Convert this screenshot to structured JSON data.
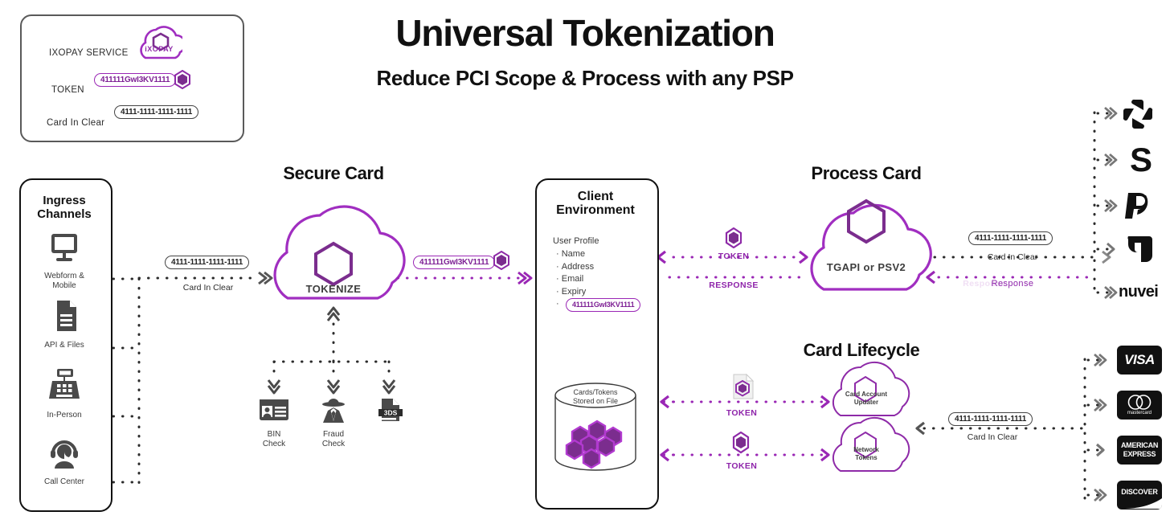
{
  "title": "Universal Tokenization",
  "subtitle": "Reduce PCI Scope & Process with any PSP",
  "colors": {
    "purple": "#9a27b5",
    "purple_dark": "#7b2d8e",
    "gray": "#5a5a5a",
    "black": "#111111"
  },
  "legend": {
    "service_label": "IXOPAY SERVICE",
    "service_logo": "iXOPAY",
    "token_label": "TOKEN",
    "token_value": "411111GwI3KV1111",
    "clear_label": "Card In Clear",
    "clear_value": "4111-1111-1111-1111"
  },
  "sections": {
    "secure_card": "Secure Card",
    "process_card": "Process Card",
    "card_lifecycle": "Card Lifecycle"
  },
  "ingress": {
    "title_line1": "Ingress",
    "title_line2": "Channels",
    "items": [
      {
        "label": "Webform &\nMobile",
        "icon": "monitor-icon"
      },
      {
        "label": "API & Files",
        "icon": "document-icon"
      },
      {
        "label": "In-Person",
        "icon": "pos-terminal-icon"
      },
      {
        "label": "Call Center",
        "icon": "headset-agent-icon"
      }
    ]
  },
  "secure_card": {
    "inbound_value": "4111-1111-1111-1111",
    "inbound_label": "Card In Clear",
    "cloud_label": "TOKENIZE",
    "outbound_value": "411111GwI3KV1111",
    "checks": [
      {
        "label": "BIN\nCheck",
        "icon": "id-card-icon"
      },
      {
        "label": "Fraud\nCheck",
        "icon": "fraud-spy-icon"
      },
      {
        "label": "",
        "icon": "3ds-document-icon"
      }
    ]
  },
  "client_environment": {
    "title_line1": "Client",
    "title_line2": "Environment",
    "profile_heading": "User Profile",
    "profile_items": [
      "Name",
      "Address",
      "Email",
      "Expiry"
    ],
    "profile_token": "411111GwI3KV1111",
    "store_line1": "Cards/Tokens",
    "store_line2": "Stored on File"
  },
  "process_card": {
    "token_label": "TOKEN",
    "response_label": "RESPONSE",
    "cloud_label": "TGAPI or PSV2",
    "clear_value": "4111-1111-1111-1111",
    "clear_label": "Card In Clear",
    "response_right_label": "Response",
    "response_ghost": "Response"
  },
  "card_lifecycle": {
    "rows": [
      {
        "token_label": "TOKEN",
        "cloud_line1": "Card Account",
        "cloud_line2": "Updater",
        "icon": "token-file-icon"
      },
      {
        "token_label": "TOKEN",
        "cloud_line1": "Network",
        "cloud_line2": "Tokens",
        "icon": "token-hex-icon"
      }
    ],
    "clear_value": "4111-1111-1111-1111",
    "clear_label": "Card In Clear"
  },
  "psps": [
    {
      "name": "chase-logo",
      "text": ""
    },
    {
      "name": "stripe-logo",
      "text": "S"
    },
    {
      "name": "paypal-logo",
      "text": "P"
    },
    {
      "name": "adyen-logo",
      "text": "a"
    },
    {
      "name": "nuvei-logo",
      "text": "nuvei"
    }
  ],
  "networks": [
    {
      "name": "visa-logo",
      "text": "VISA"
    },
    {
      "name": "mastercard-logo",
      "text": "mastercard"
    },
    {
      "name": "amex-logo",
      "text": "AMERICAN EXPRESS"
    },
    {
      "name": "discover-logo",
      "text": "DISCOVER"
    }
  ]
}
